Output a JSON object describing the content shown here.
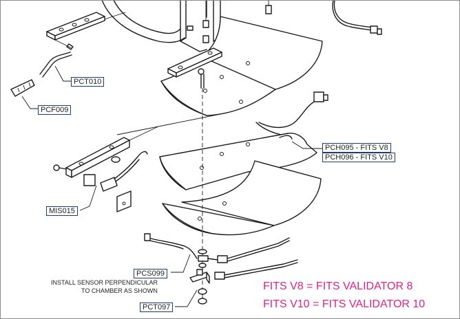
{
  "callouts": {
    "pct010": "PCT010",
    "pcf009": "PCF009",
    "pch095": "PCH095 - FITS V8",
    "pch096": "PCH096 - FITS V10",
    "mis015": "MIS015",
    "pcs099": "PCS099",
    "pct097": "PCT097"
  },
  "note": {
    "line1": "INSTALL SENSOR PERPENDICULAR",
    "line2": "TO CHAMBER AS SHOWN"
  },
  "legend": {
    "v8": "FITS V8   = FITS VALIDATOR 8",
    "v10": "FITS V10 = FITS VALIDATOR 10"
  },
  "colors": {
    "legend_text": "#e0218a",
    "callout_border": "#1f3a7a",
    "line": "#1a1a1a"
  }
}
